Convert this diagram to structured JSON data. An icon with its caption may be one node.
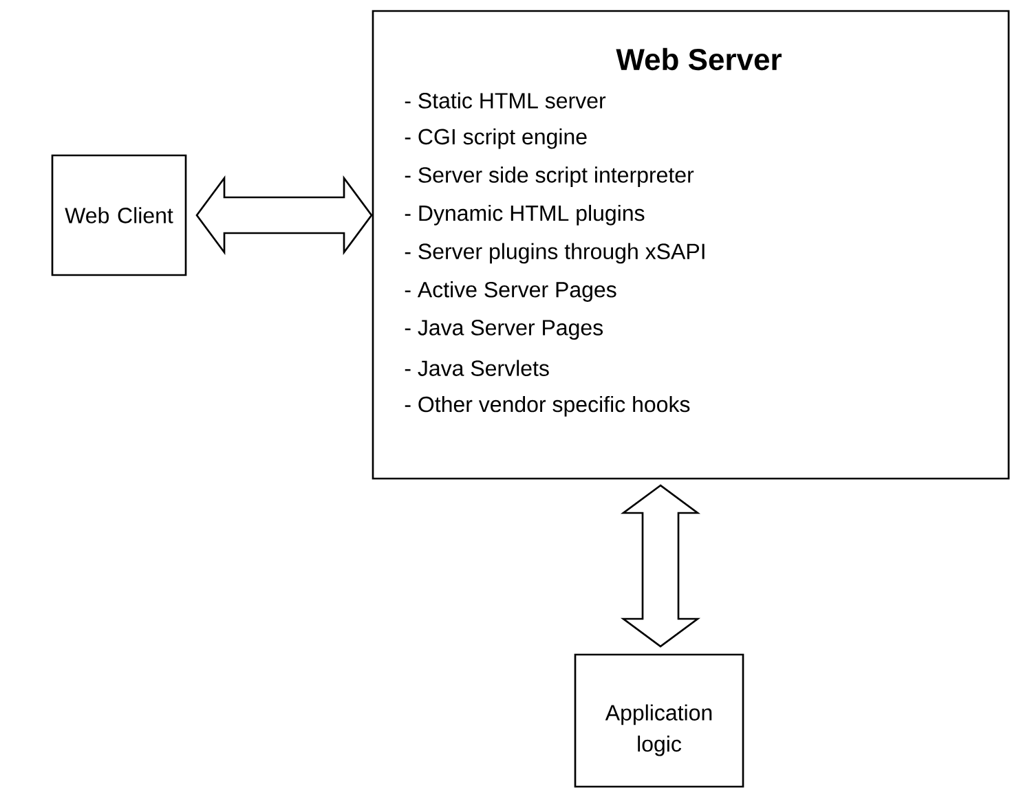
{
  "diagram": {
    "nodes": [
      {
        "text": [
          "Web Client"
        ]
      },
      {
        "text": [
          "Web Server",
          "- Static HTML server",
          "- CGI script engine",
          "- Server side script interpreter",
          "- Dynamic HTML plugins",
          "- Server plugins through xSAPI",
          "- Active Server Pages",
          "- Java Server Pages",
          "- Java Servlets",
          "- Other vendor specific hooks"
        ]
      },
      {
        "text": [
          "Application logic"
        ]
      }
    ],
    "edges": [
      {
        "from": 0,
        "to": 1,
        "arrow": "both"
      },
      {
        "from": 1,
        "to": 2,
        "arrow": "both"
      }
    ]
  }
}
